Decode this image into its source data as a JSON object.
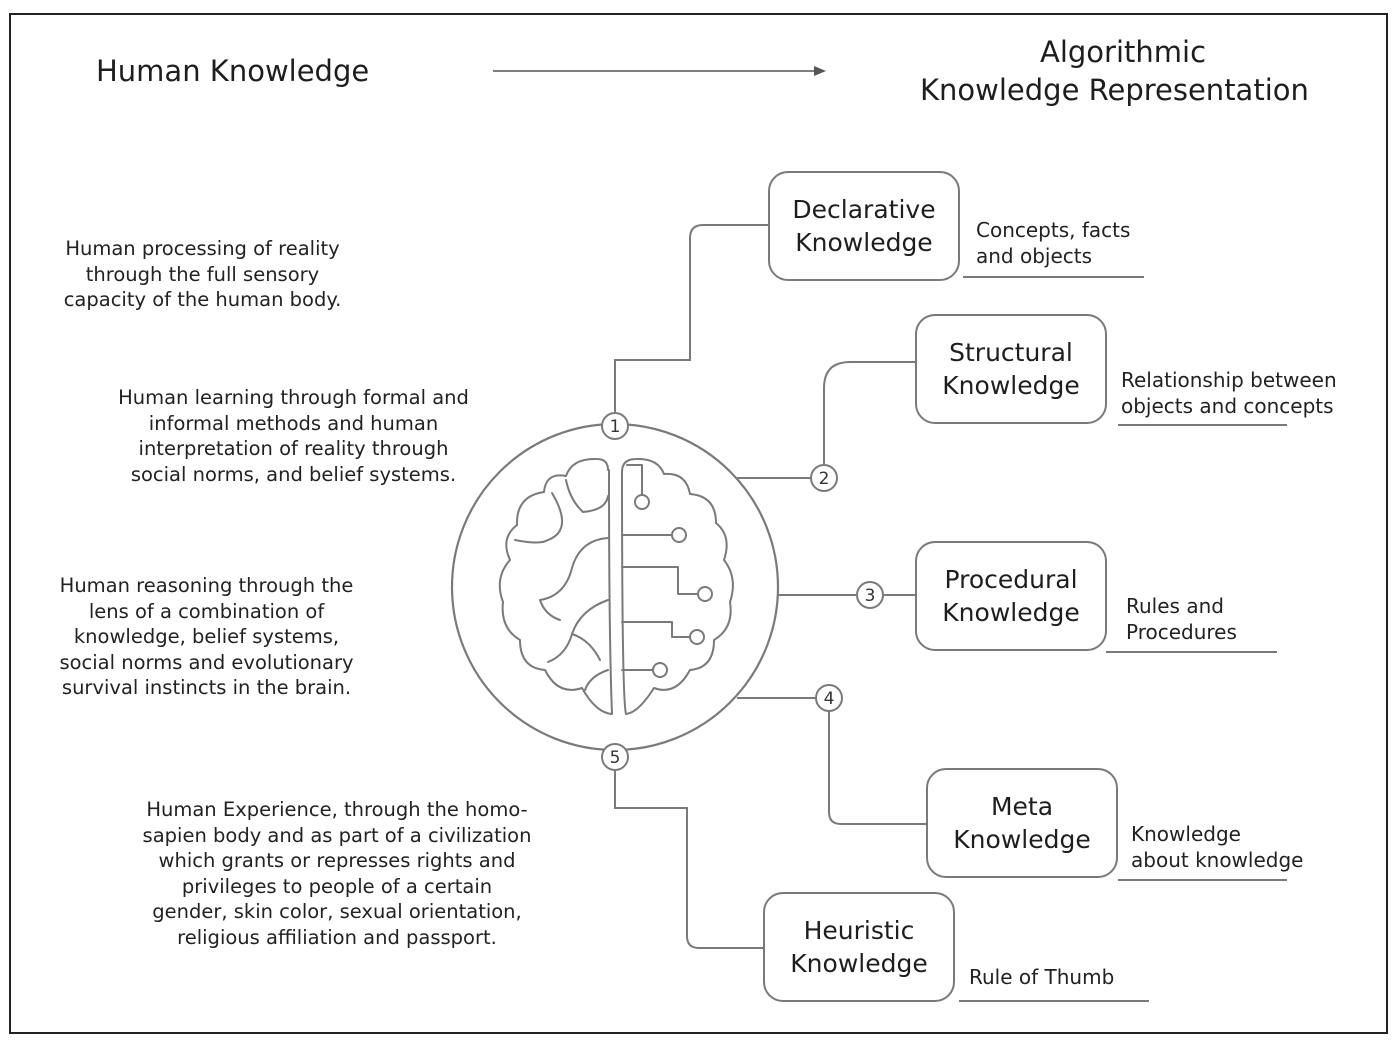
{
  "header": {
    "left_title": "Human Knowledge",
    "right_title_line1": "Algorithmic",
    "right_title_line2": "Knowledge Representation"
  },
  "left_descriptions": [
    "Human processing of reality\nthrough the full sensory\ncapacity of the human body.",
    "Human learning through formal and\ninformal methods and human\ninterpretation of reality through\nsocial norms, and belief systems.",
    "Human reasoning through the\nlens of a combination of\nknowledge, belief systems,\nsocial norms and evolutionary\nsurvival instincts in the brain.",
    "Human Experience, through the homo-\nsapien body and as part of a civilization\nwhich grants or represses rights and\nprivileges to people of a certain\ngender, skin color, sexual orientation,\nreligious affiliation and passport."
  ],
  "knowledge_types": [
    {
      "number": "1",
      "title": "Declarative\nKnowledge",
      "note": "Concepts, facts\nand objects"
    },
    {
      "number": "2",
      "title": "Structural\nKnowledge",
      "note": "Relationship between\nobjects and concepts"
    },
    {
      "number": "3",
      "title": "Procedural\nKnowledge",
      "note": "Rules and\nProcedures"
    },
    {
      "number": "4",
      "title": "Meta\nKnowledge",
      "note": "Knowledge\nabout knowledge"
    },
    {
      "number": "5",
      "title": "Heuristic\nKnowledge",
      "note": "Rule of Thumb"
    }
  ],
  "icons": {
    "center": "brain-circuit-icon",
    "arrow": "arrow-right-icon"
  },
  "colors": {
    "line": "#7a7a7a",
    "text": "#222222",
    "border": "#222222"
  }
}
